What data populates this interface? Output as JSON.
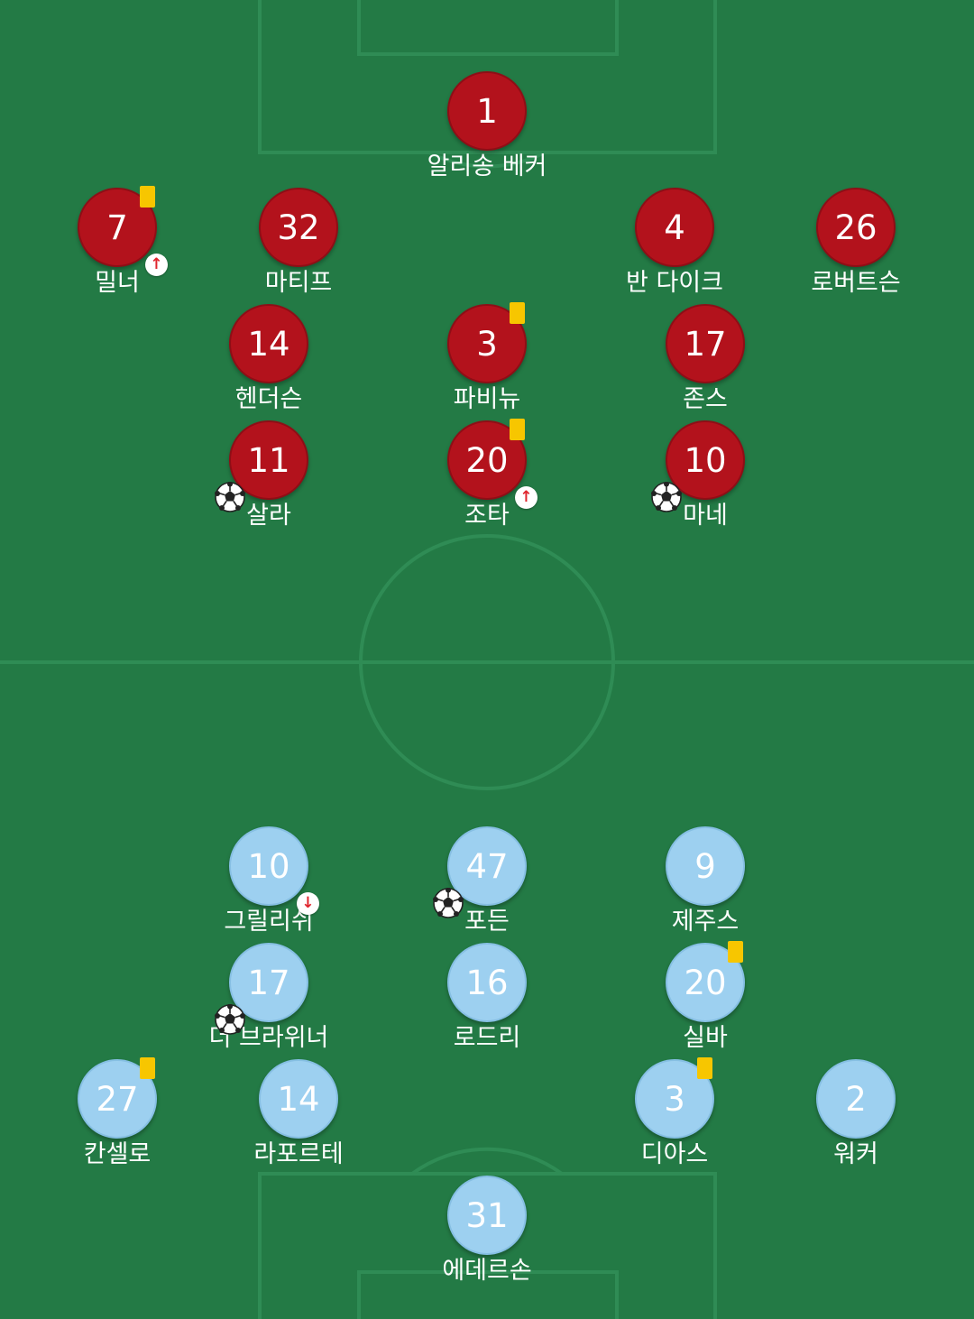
{
  "colors": {
    "pitch": "#237a45",
    "lines": "#2f8c55",
    "home_kit": "#b3121c",
    "away_kit": "#9dd0f0",
    "yellow_card": "#f7c600"
  },
  "home": {
    "players": [
      {
        "number": "1",
        "name": "알리송 베커"
      },
      {
        "number": "7",
        "name": "밀너",
        "card": "yellow",
        "sub": "in"
      },
      {
        "number": "32",
        "name": "마티프"
      },
      {
        "number": "4",
        "name": "반 다이크"
      },
      {
        "number": "26",
        "name": "로버트슨"
      },
      {
        "number": "14",
        "name": "헨더슨"
      },
      {
        "number": "3",
        "name": "파비뉴",
        "card": "yellow"
      },
      {
        "number": "17",
        "name": "존스"
      },
      {
        "number": "11",
        "name": "살라",
        "goal": true
      },
      {
        "number": "20",
        "name": "조타",
        "card": "yellow",
        "sub": "in"
      },
      {
        "number": "10",
        "name": "마네",
        "goal": true
      }
    ]
  },
  "away": {
    "players": [
      {
        "number": "10",
        "name": "그릴리쉬",
        "sub": "out"
      },
      {
        "number": "47",
        "name": "포든",
        "goal": true
      },
      {
        "number": "9",
        "name": "제주스"
      },
      {
        "number": "17",
        "name": "더 브라위너",
        "goal": true
      },
      {
        "number": "16",
        "name": "로드리"
      },
      {
        "number": "20",
        "name": "실바",
        "card": "yellow"
      },
      {
        "number": "27",
        "name": "칸셀로",
        "card": "yellow"
      },
      {
        "number": "14",
        "name": "라포르테"
      },
      {
        "number": "3",
        "name": "디아스",
        "card": "yellow"
      },
      {
        "number": "2",
        "name": "워커"
      },
      {
        "number": "31",
        "name": "에데르손"
      }
    ]
  },
  "icons": {
    "goal": "soccer-ball-icon",
    "sub_in": "arrow-up-icon",
    "sub_out": "arrow-down-icon",
    "card": "yellow-card-icon"
  }
}
